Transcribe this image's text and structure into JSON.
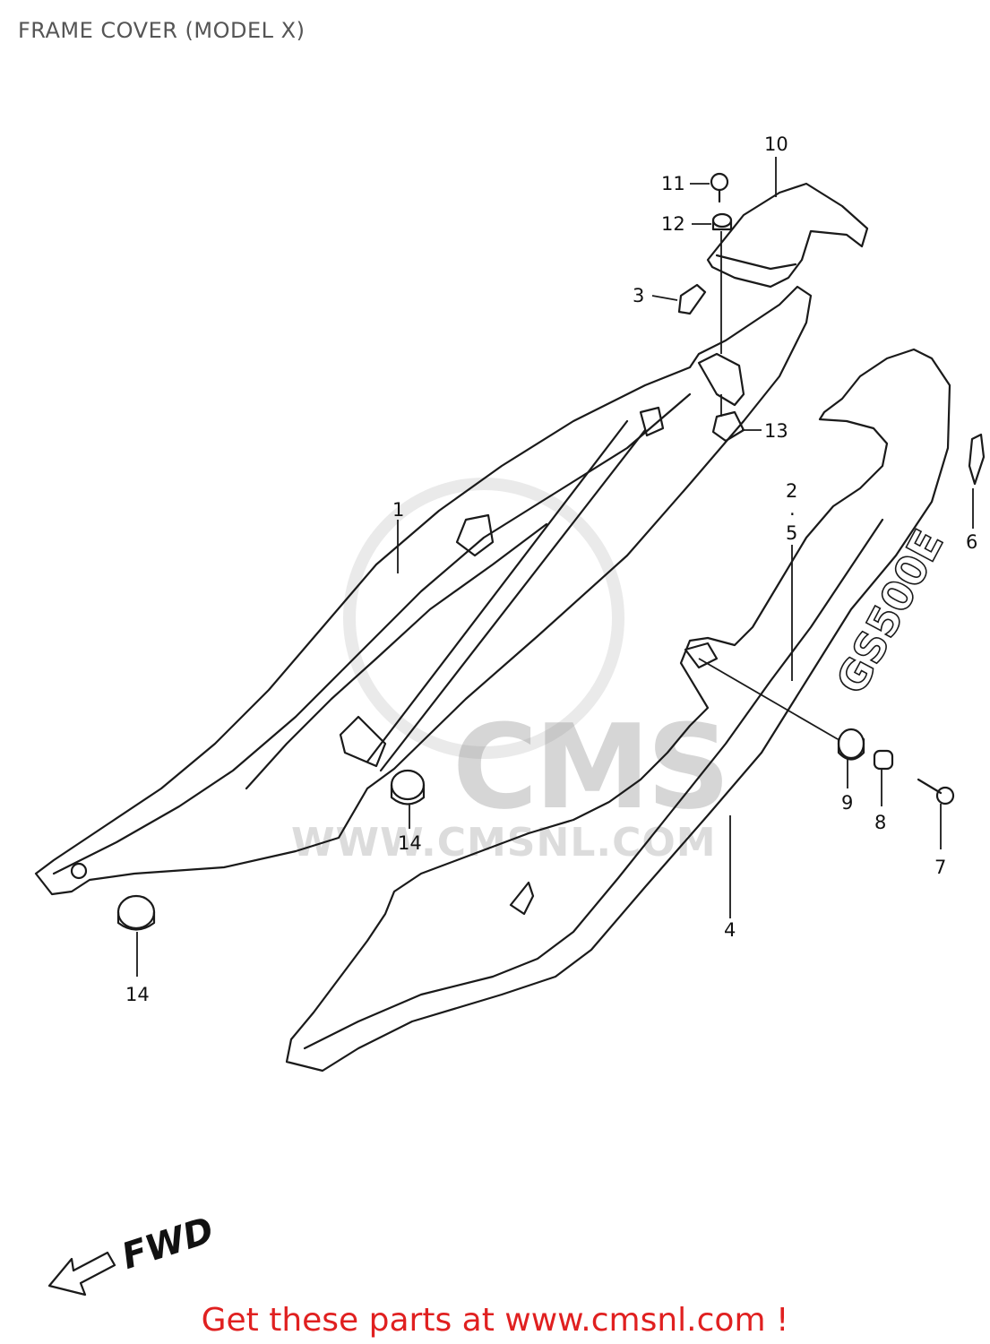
{
  "header": {
    "title": "FRAME COVER (MODEL X)"
  },
  "watermark": {
    "logo_text": "CMS",
    "url_text": "WWW.CMSNL.COM"
  },
  "direction_label": "FWD",
  "callouts": {
    "c1": "1",
    "c2": "2",
    "c2dot": ".",
    "c5": "5",
    "c3": "3",
    "c4": "4",
    "c6": "6",
    "c7": "7",
    "c8": "8",
    "c9": "9",
    "c10": "10",
    "c11": "11",
    "c12": "12",
    "c13": "13",
    "c14a": "14",
    "c14b": "14"
  },
  "footer": {
    "link_text": "Get these parts at www.cmsnl.com !"
  }
}
